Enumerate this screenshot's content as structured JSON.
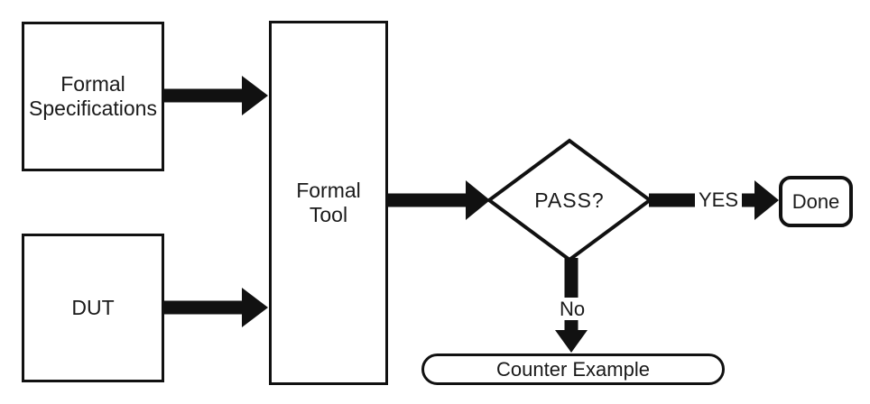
{
  "colors": {
    "stroke": "#111111",
    "background": "#ffffff",
    "text": "#1a1a1a"
  },
  "nodes": {
    "formal_specifications": {
      "label": "Formal Specifications",
      "type": "process"
    },
    "dut": {
      "label": "DUT",
      "type": "process"
    },
    "formal_tool": {
      "label": "Formal Tool",
      "type": "process"
    },
    "pass_decision": {
      "label": "PASS?",
      "type": "decision"
    },
    "done": {
      "label": "Done",
      "type": "terminator"
    },
    "counter_example": {
      "label": "Counter Example",
      "type": "terminator"
    }
  },
  "edges": {
    "specs_to_tool": {
      "label": ""
    },
    "dut_to_tool": {
      "label": ""
    },
    "tool_to_decision": {
      "label": ""
    },
    "yes": {
      "label": "YES"
    },
    "no": {
      "label": "No"
    }
  }
}
